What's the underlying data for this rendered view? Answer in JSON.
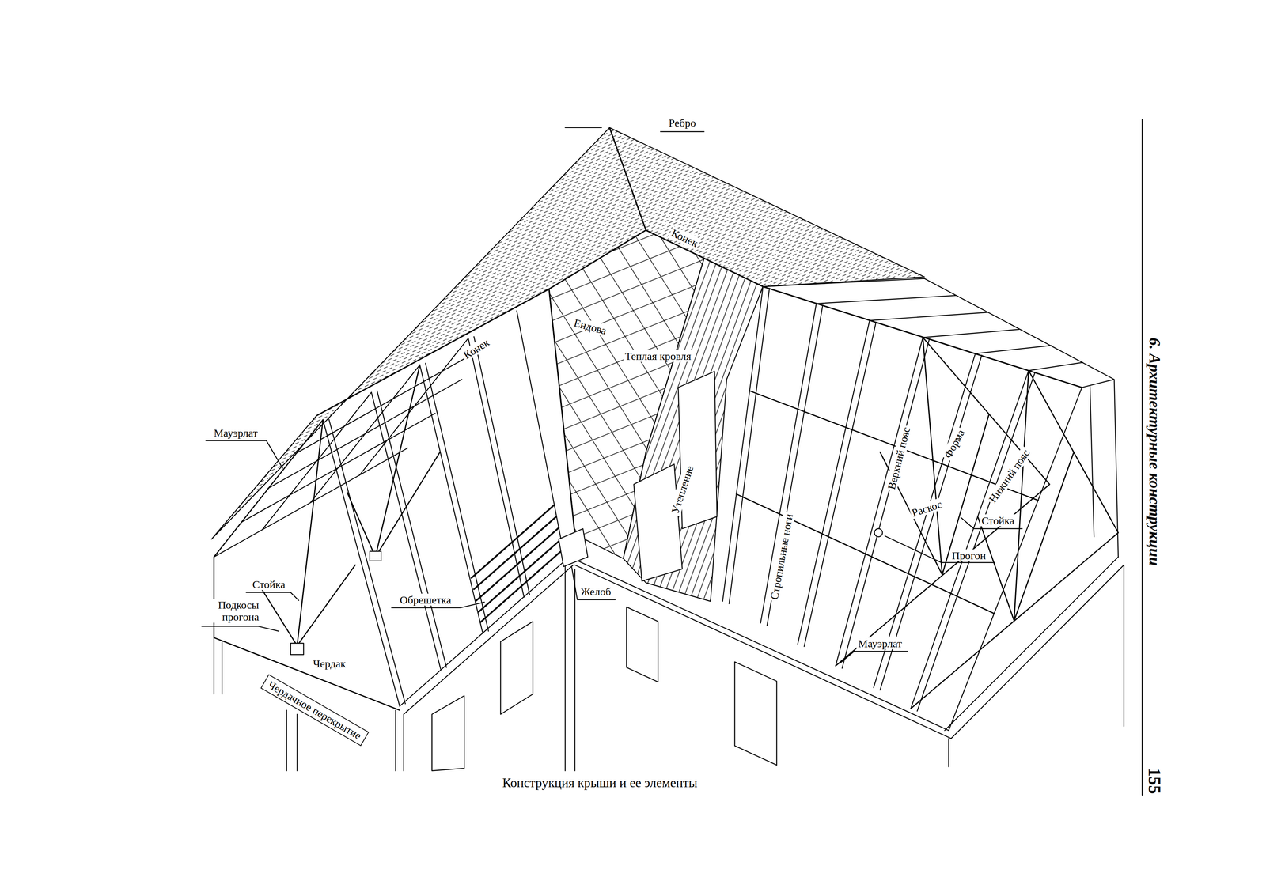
{
  "diagram": {
    "caption": "Конструкция крыши и ее элементы",
    "nodes": [
      {
        "text": [
          "Чердачное перекрытие"
        ]
      }
    ],
    "labels": [
      "Ребро",
      "Конек",
      "Конек",
      "Ендова",
      "Теплая кровля",
      "Мауэрлат",
      "Утепление",
      "Стропильные ноги",
      "Верхний пояс",
      "Форма",
      "Нижний пояс",
      "Раскос",
      "Стойка",
      "Прогон",
      "Мауэрлат",
      "Стойка",
      "Подкосы прогона",
      "Обрешетка",
      "Желоб",
      "Чердак",
      "6. Архитектурные конструкции",
      "155"
    ]
  }
}
